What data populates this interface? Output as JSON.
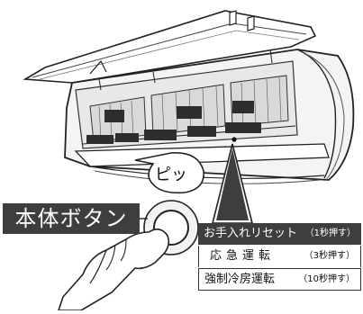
{
  "labels": {
    "main_button": "本体ボタン",
    "beep": "ピッ"
  },
  "menu": [
    {
      "name": "お手入れリセット",
      "hold": "（1秒押す）"
    },
    {
      "name": "応急運転",
      "hold": "（3秒押す）"
    },
    {
      "name": "強制冷房運転",
      "hold": "（10秒押す）"
    }
  ]
}
